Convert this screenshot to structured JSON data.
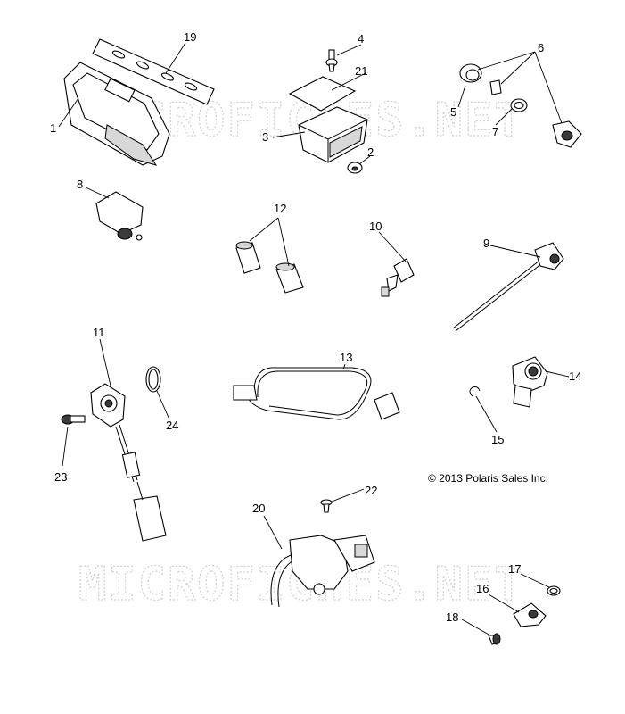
{
  "watermarks": [
    "MICROFICHES.NET",
    "MICROFICHES.NET"
  ],
  "copyright": "© 2013 Polaris Sales Inc.",
  "callouts": [
    "1",
    "2",
    "3",
    "4",
    "5",
    "6",
    "7",
    "8",
    "9",
    "10",
    "11",
    "12",
    "13",
    "14",
    "15",
    "16",
    "17",
    "18",
    "19",
    "20",
    "21",
    "22",
    "23",
    "24"
  ]
}
